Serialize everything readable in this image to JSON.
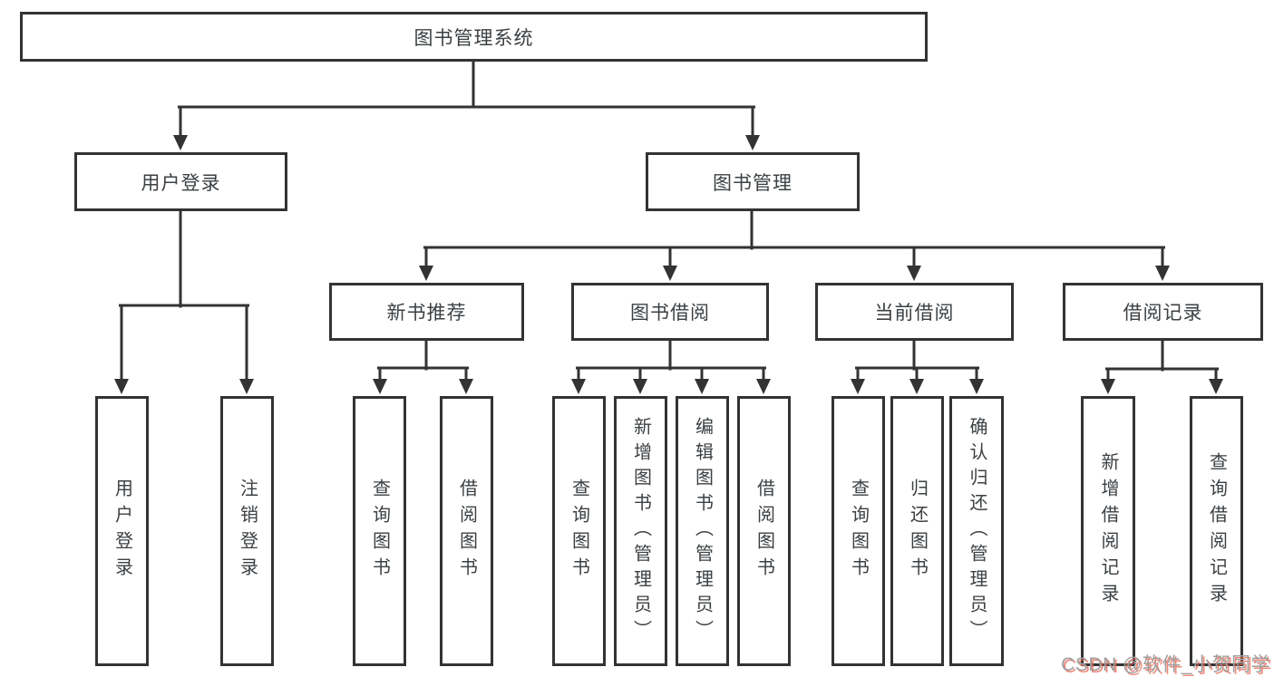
{
  "diagram": {
    "root": {
      "label": "图书管理系统"
    },
    "user_branch": {
      "label": "用户登录",
      "children": [
        {
          "label": "用户登录"
        },
        {
          "label": "注销登录"
        }
      ]
    },
    "book_branch": {
      "label": "图书管理",
      "groups": [
        {
          "label": "新书推荐",
          "children": [
            {
              "label": "查询图书"
            },
            {
              "label": "借阅图书"
            }
          ]
        },
        {
          "label": "图书借阅",
          "children": [
            {
              "label": "查询图书"
            },
            {
              "label": "新增图书（管理员）"
            },
            {
              "label": "编辑图书（管理员）"
            },
            {
              "label": "借阅图书"
            }
          ]
        },
        {
          "label": "当前借阅",
          "children": [
            {
              "label": "查询图书"
            },
            {
              "label": "归还图书"
            },
            {
              "label": "确认归还（管理员）"
            }
          ]
        },
        {
          "label": "借阅记录",
          "children": [
            {
              "label": "新增借阅记录"
            },
            {
              "label": "查询借阅记录"
            }
          ]
        }
      ]
    }
  },
  "watermark": {
    "text": "CSDN @软件_小贺同学"
  },
  "colors": {
    "line": "#333333",
    "text": "#3c4043",
    "background": "#ffffff",
    "watermark": "#9f9f9f",
    "watermark_shadow": "#e9614d"
  }
}
